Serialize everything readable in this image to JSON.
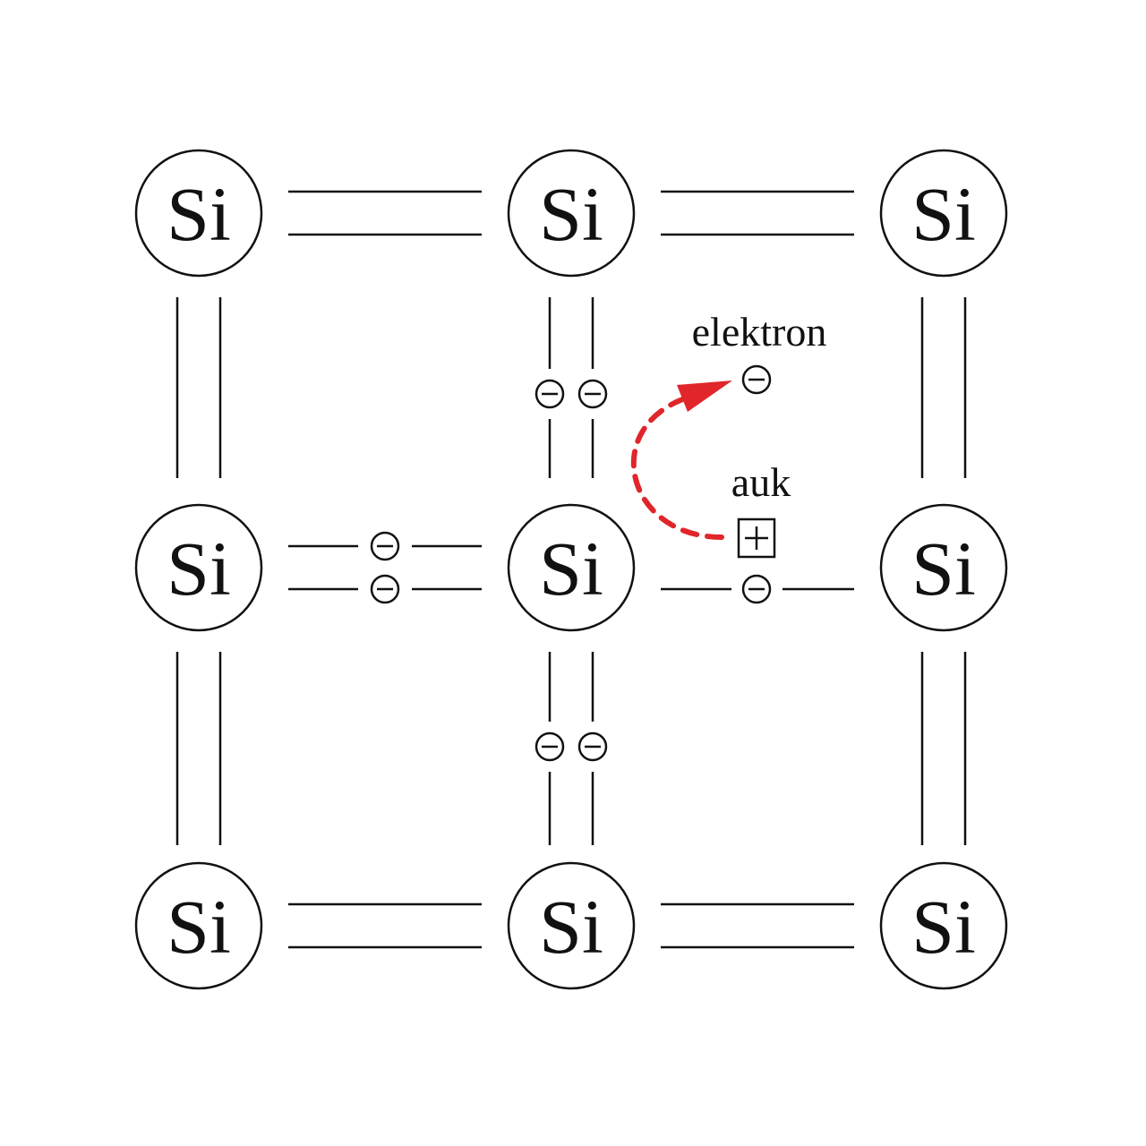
{
  "atom_label": "Si",
  "labels": {
    "electron": "elektron",
    "hole": "auk"
  },
  "symbols": {
    "electron": "−",
    "hole": "+"
  },
  "colors": {
    "stroke": "#111111",
    "arrow": "#e0262b",
    "background": "#ffffff"
  }
}
